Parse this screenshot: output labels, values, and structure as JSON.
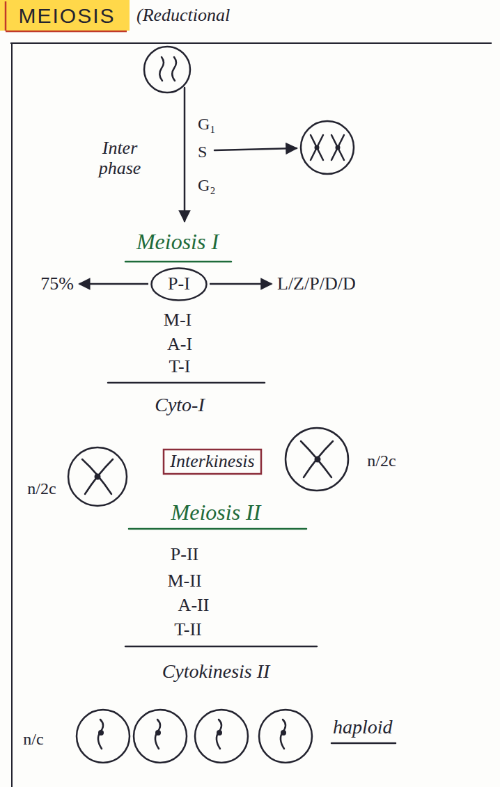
{
  "diagram": {
    "title": "MEIOSIS",
    "nodes": [
      {
        "text": [
          "P-I"
        ]
      },
      {
        "text": [
          "Interkinesis"
        ]
      }
    ],
    "labels": [
      "(Reductional",
      "Inter phase",
      "G₁",
      "S",
      "G₂",
      "Meiosis I",
      "75%",
      "L/Z/P/D/D",
      "M-I",
      "A-I",
      "T-I",
      "Cyto-I",
      "n/2c",
      "n/2c",
      "Meiosis II",
      "P-II",
      "M-II",
      "A-II",
      "T-II",
      "Cytokinesis II",
      "n/c",
      "haploid"
    ]
  }
}
